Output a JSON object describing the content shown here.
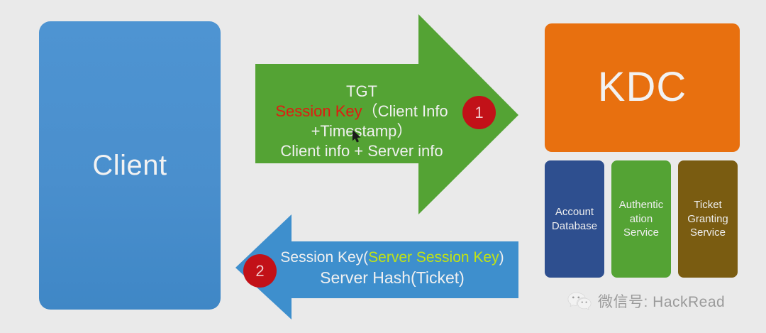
{
  "diagram": {
    "title": "Kerberos authentication flow between Client and KDC",
    "background_color": "#eaeaea"
  },
  "nodes": {
    "client": {
      "label": "Client",
      "color": "#4a8fcd"
    },
    "kdc": {
      "label": "KDC",
      "color": "#e8700f"
    },
    "kdc_components": [
      {
        "label": "Account Database",
        "line1": "Account",
        "line2": "Database",
        "color": "#2e4f8f"
      },
      {
        "label": "Authentication Service",
        "line1": "Authentic",
        "line2": "ation",
        "line3": "Service",
        "color": "#54a334"
      },
      {
        "label": "Ticket Granting Service",
        "line1": "Ticket",
        "line2": "Granting",
        "line3": "Service",
        "color": "#7a5c11"
      }
    ]
  },
  "arrows": {
    "request": {
      "direction": "right",
      "color": "#54a334",
      "badge": "1",
      "badge_color": "#c21118",
      "line1": "TGT",
      "line2_red": "Session Key",
      "line2_rest": "（Client Info",
      "line3": "+Timestamp）",
      "line4": "Client info + Server info"
    },
    "response": {
      "direction": "left",
      "color": "#3e8fcd",
      "badge": "2",
      "badge_color": "#c21118",
      "line1_white_a": "Session Key(",
      "line1_green": "Server Session Key",
      "line1_white_b": ")",
      "line2": "Server Hash(Ticket)"
    }
  },
  "watermark": {
    "icon": "wechat-icon",
    "text": "微信号: HackRead",
    "color": "#9a9a9a"
  },
  "cursor": {
    "icon": "mouse-pointer-icon"
  }
}
